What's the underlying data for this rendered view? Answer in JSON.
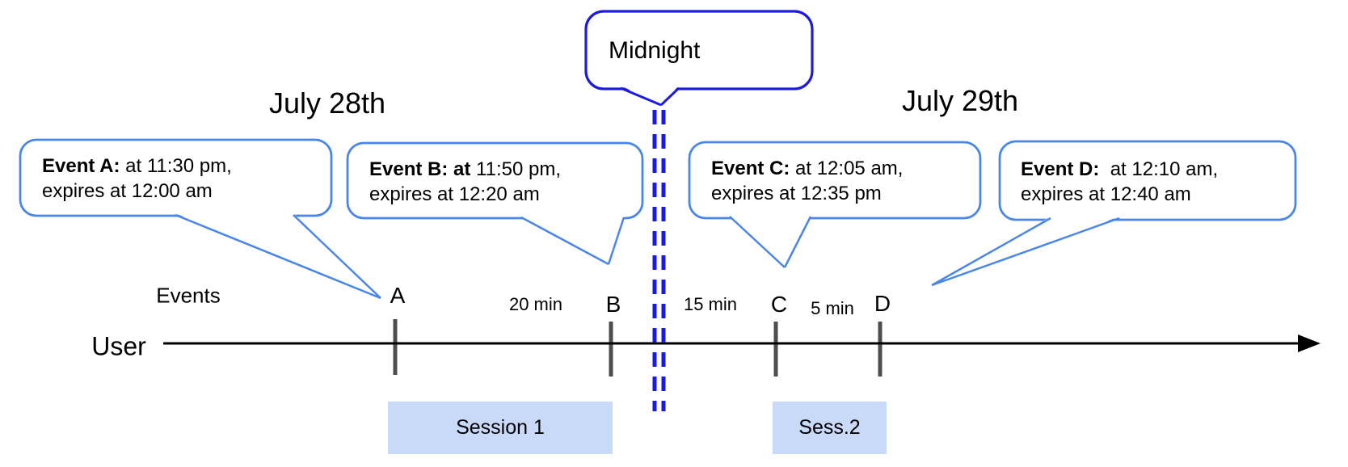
{
  "dates": {
    "left": "July 28th",
    "right": "July 29th"
  },
  "midnight_label": "Midnight",
  "axis": {
    "events_label": "Events",
    "user_label": "User"
  },
  "events": [
    {
      "tick": "A",
      "bold": "Event A:",
      "line1_rest": " at 11:30 pm,",
      "line2": "expires at 12:00 am"
    },
    {
      "tick": "B",
      "bold": "Event B: at",
      "line1_rest": " 11:50 pm,",
      "line2": "expires at 12:20 am"
    },
    {
      "tick": "C",
      "bold": "Event C:",
      "line1_rest": " at 12:05 am,",
      "line2": "expires at 12:35 pm"
    },
    {
      "tick": "D",
      "bold": "Event D:",
      "line1_rest": "  at 12:10 am,",
      "line2": "expires at 12:40 am"
    }
  ],
  "intervals": [
    {
      "label": "20 min"
    },
    {
      "label": "15 min"
    },
    {
      "label": "5 min"
    }
  ],
  "sessions": [
    {
      "label": "Session 1"
    },
    {
      "label": "Sess.2"
    }
  ],
  "colors": {
    "callout_border": "#4a86e8",
    "midnight_blue": "#1c1cdd",
    "dashed_line_blue": "#1a1ae8",
    "session_fill": "#c9daf8",
    "tick_gray": "#4d4d4d",
    "timeline_black": "#000000"
  }
}
